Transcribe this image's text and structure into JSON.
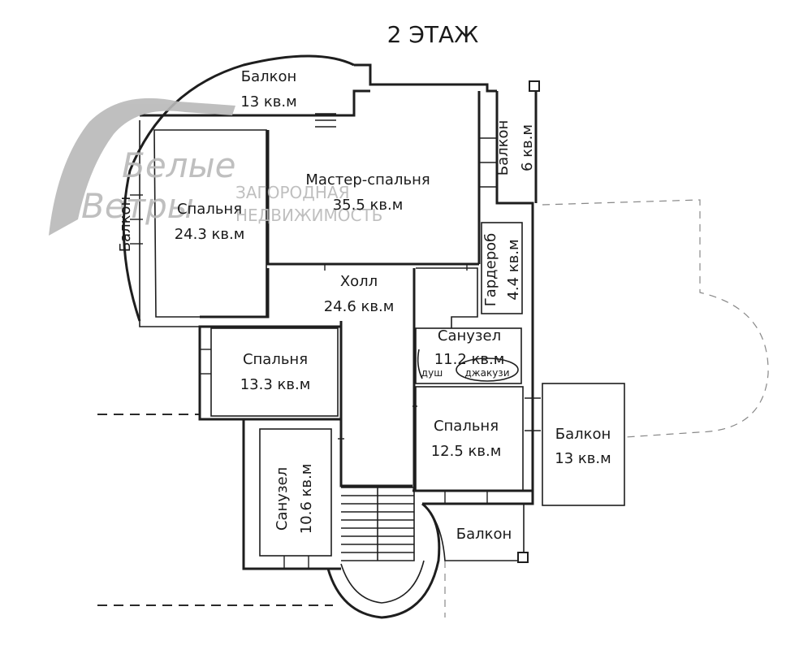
{
  "title": "2 ЭТАЖ",
  "watermark": {
    "logo_top": "Белые",
    "logo_bottom": "Ветры",
    "line1": "ЗАГОРОДНАЯ",
    "line2": "НЕДВИЖИМОСТЬ",
    "color": "#b9b9b9"
  },
  "rooms": {
    "balcony_top": {
      "name": "Балкон",
      "area": "13 кв.м"
    },
    "balcony_top_right": {
      "name": "Балкон",
      "area": "6 кв.м"
    },
    "master_bedroom": {
      "name": "Мастер-спальня",
      "area": "35.5 кв.м"
    },
    "balcony_left": {
      "name": "Балкон"
    },
    "bedroom_left": {
      "name": "Спальня",
      "area": "24.3 кв.м"
    },
    "wardrobe": {
      "name": "Гардероб",
      "area": "4.4 кв.м"
    },
    "hall": {
      "name": "Холл",
      "area": "24.6 кв.м"
    },
    "bathroom_right": {
      "name": "Санузел",
      "area": "11.2 кв.м",
      "shower": "душ",
      "jacuzzi": "джакузи"
    },
    "bedroom_mid": {
      "name": "Спальня",
      "area": "13.3 кв.м"
    },
    "bedroom_right": {
      "name": "Спальня",
      "area": "12.5 кв.м"
    },
    "balcony_right": {
      "name": "Балкон",
      "area": "13 кв.м"
    },
    "bathroom_left": {
      "name": "Санузел",
      "area": "10.6 кв.м"
    },
    "balcony_bottom": {
      "name": "Балкон"
    }
  }
}
